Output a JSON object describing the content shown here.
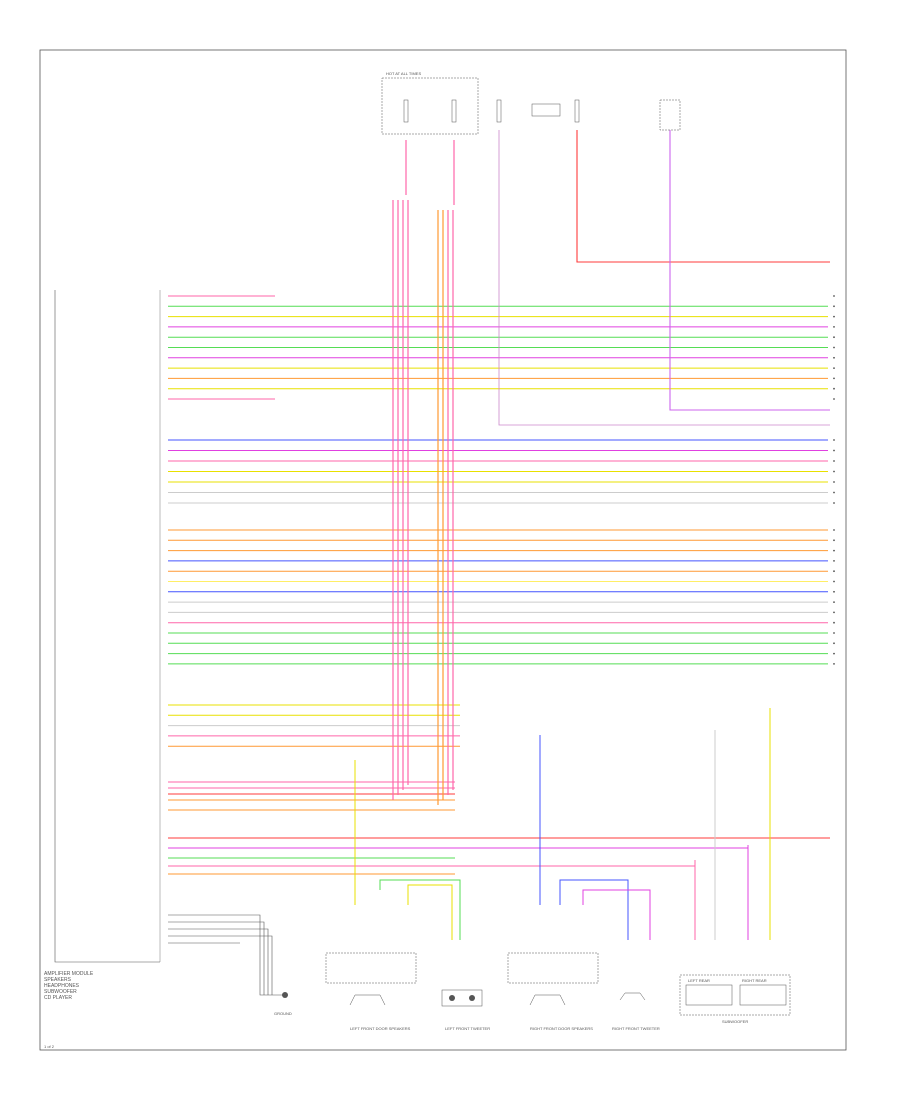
{
  "diagram": {
    "colors": {
      "frame": "#555555",
      "text": "#555555",
      "pink": "#ff66aa",
      "magenta": "#e040e0",
      "red": "#ff3b3b",
      "orange": "#ff9933",
      "yellow": "#e8e000",
      "light_yellow": "#ffee66",
      "green": "#55dd55",
      "blue": "#4455ff",
      "gray": "#cccccc",
      "teal": "#33aaaa"
    },
    "module_label_lines": [
      "AMPLIFIER MODULE",
      "SPEAKERS",
      "HEADPHONES",
      "SUBWOOFER",
      "CD PLAYER"
    ],
    "label_ground": "GROUND",
    "label_front_left_door": "LEFT FRONT DOOR SPEAKERS",
    "label_front_left_tweeter": "LEFT FRONT TWEETER",
    "label_front_right_door": "RIGHT FRONT DOOR SPEAKERS",
    "label_front_right_tweeter": "RIGHT FRONT TWEETER",
    "label_subwoofer": "SUBWOOFER",
    "label_left_rear": "LEFT REAR",
    "label_right_rear": "RIGHT REAR",
    "label_fuse_block": "HOT AT ALL TIMES",
    "label_page": "1 of 2"
  }
}
